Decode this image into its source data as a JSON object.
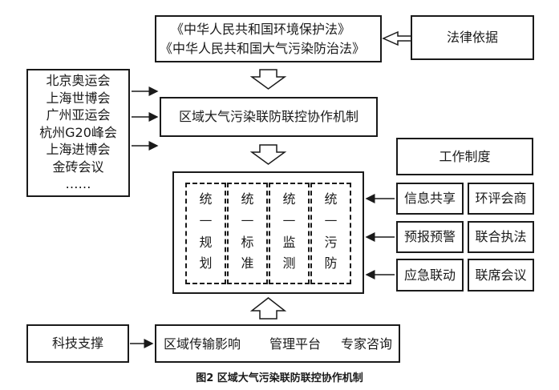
{
  "laws": {
    "line1": "《中华人民共和国环境保护法》",
    "line2": "《中华人民共和国大气污染防治法》"
  },
  "legal_basis": "法律依据",
  "events": [
    "北京奥运会",
    "上海世博会",
    "广州亚运会",
    "杭州G20峰会",
    "上海进博会",
    "金砖会议",
    "……"
  ],
  "mechanism": "区域大气污染联防联控协作机制",
  "work_system": "工作制度",
  "unified_columns": [
    {
      "top": "统",
      "dash": "—",
      "a": "规",
      "b": "划"
    },
    {
      "top": "统",
      "dash": "—",
      "a": "标",
      "b": "准"
    },
    {
      "top": "统",
      "dash": "—",
      "a": "监",
      "b": "测"
    },
    {
      "top": "统",
      "dash": "—",
      "a": "污",
      "b": "防"
    }
  ],
  "work_items": [
    [
      "信息共享",
      "环评会商"
    ],
    [
      "预报预警",
      "联合执法"
    ],
    [
      "应急联动",
      "联席会议"
    ]
  ],
  "tech_support": "科技支撑",
  "platform": {
    "a": "区域传输影响",
    "b": "管理平台",
    "c": "专家咨询"
  },
  "caption": "图2   区域大气污染联防联控协作机制"
}
